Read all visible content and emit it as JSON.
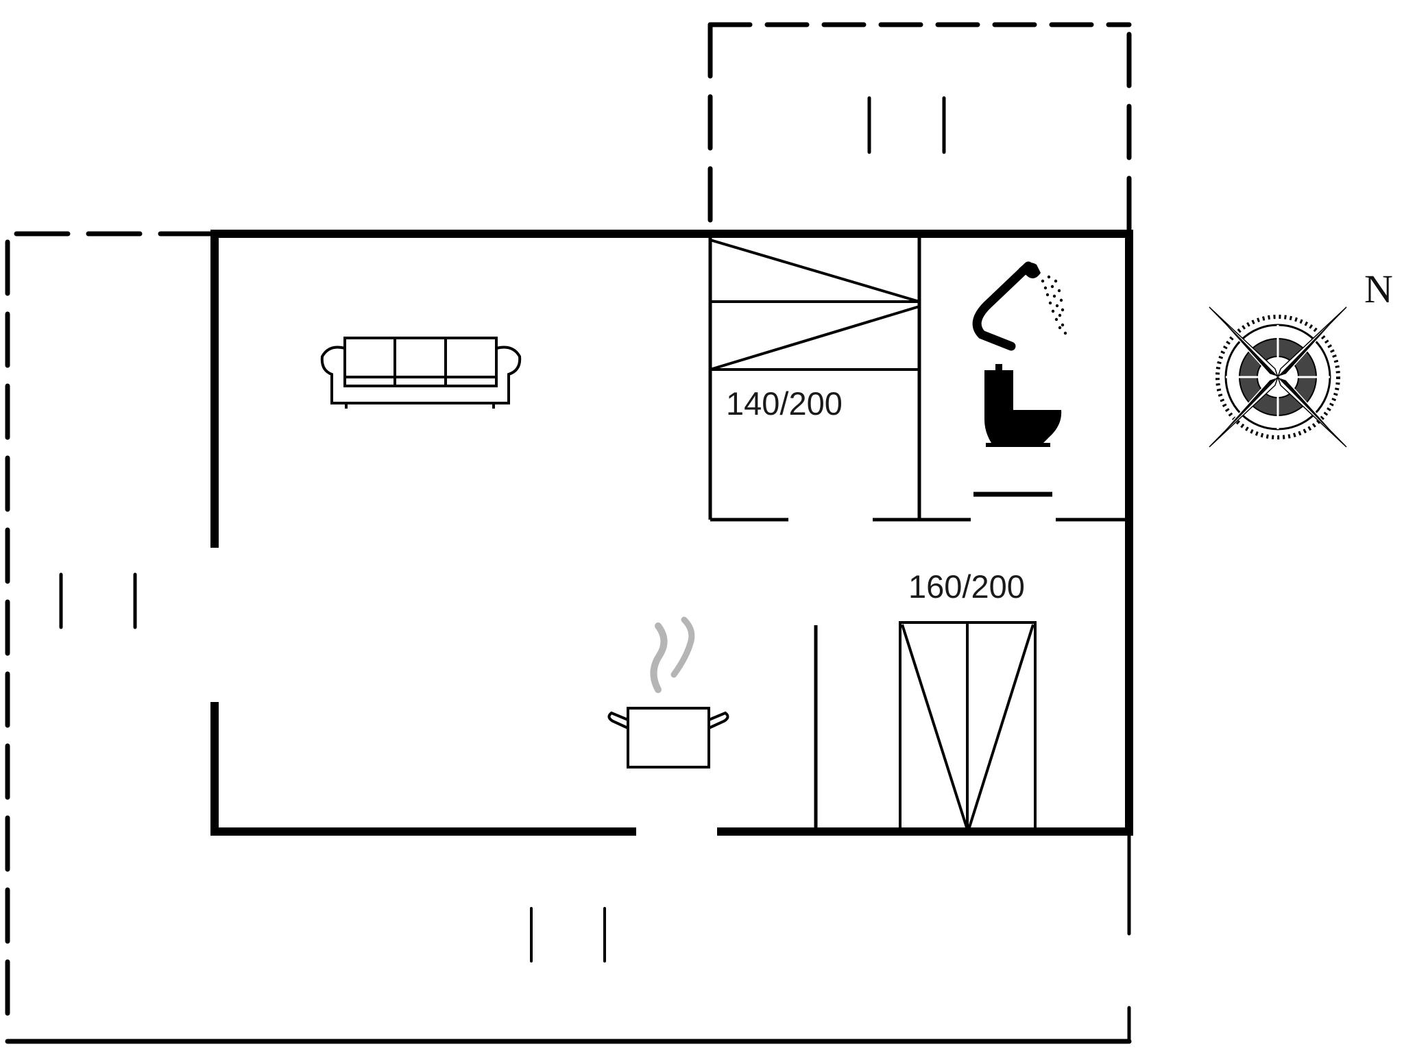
{
  "floorplan": {
    "title": "",
    "beds": [
      {
        "id": "bedroom-1",
        "size_label": "140/200"
      },
      {
        "id": "bedroom-2",
        "size_label": "160/200"
      }
    ],
    "rooms": [
      {
        "id": "living-room",
        "icon": "sofa-icon"
      },
      {
        "id": "kitchen",
        "icon": "cooking-pot-icon"
      },
      {
        "id": "bathroom",
        "icons": [
          "shower-icon",
          "toilet-icon"
        ]
      },
      {
        "id": "bedroom-1",
        "icon": "bed-icon"
      },
      {
        "id": "bedroom-2",
        "icon": "bed-icon"
      }
    ],
    "terraces": [
      {
        "id": "terrace-north",
        "style": "dashed"
      },
      {
        "id": "terrace-west-south",
        "style": "dashed"
      }
    ],
    "compass": {
      "direction_label": "N",
      "icon": "compass-rose-icon"
    },
    "colors": {
      "wall": "#000000",
      "background": "#ffffff",
      "steam": "#b5b5b5",
      "text": "#1a1a1a"
    }
  }
}
